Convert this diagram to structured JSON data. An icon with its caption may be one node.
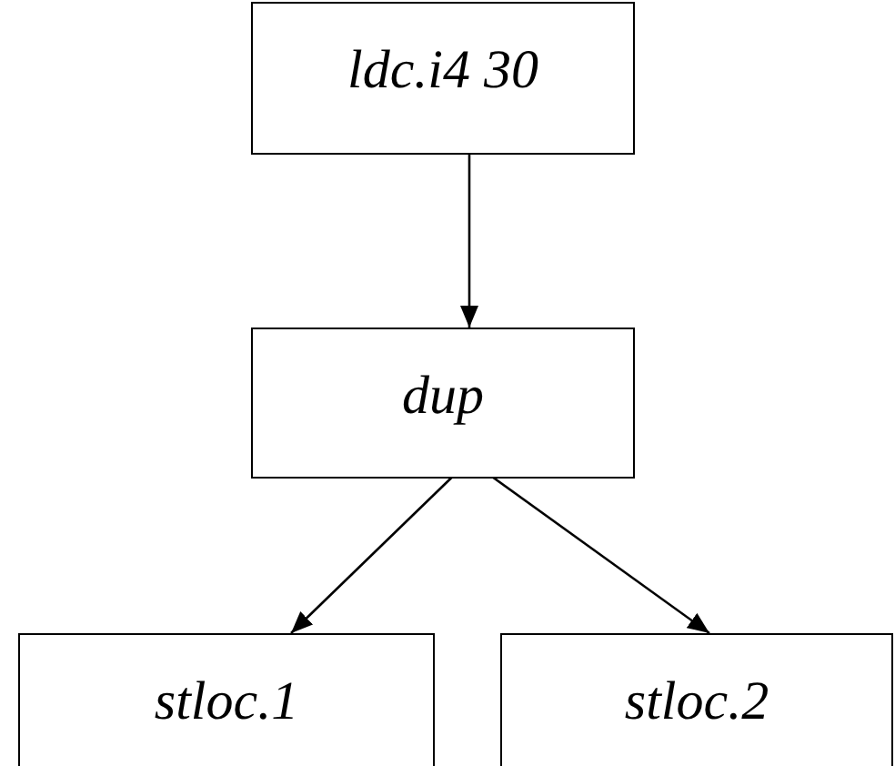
{
  "diagram": {
    "nodes": [
      {
        "text": [
          "ldc.i4 30"
        ]
      },
      {
        "text": [
          "dup"
        ]
      },
      {
        "text": [
          "stloc.1"
        ]
      },
      {
        "text": [
          "stloc.2"
        ]
      }
    ],
    "edges": [
      {
        "from": 0,
        "to": 1,
        "arrow": "to"
      },
      {
        "from": 1,
        "to": 2,
        "arrow": "to"
      },
      {
        "from": 1,
        "to": 3,
        "arrow": "to"
      }
    ]
  }
}
